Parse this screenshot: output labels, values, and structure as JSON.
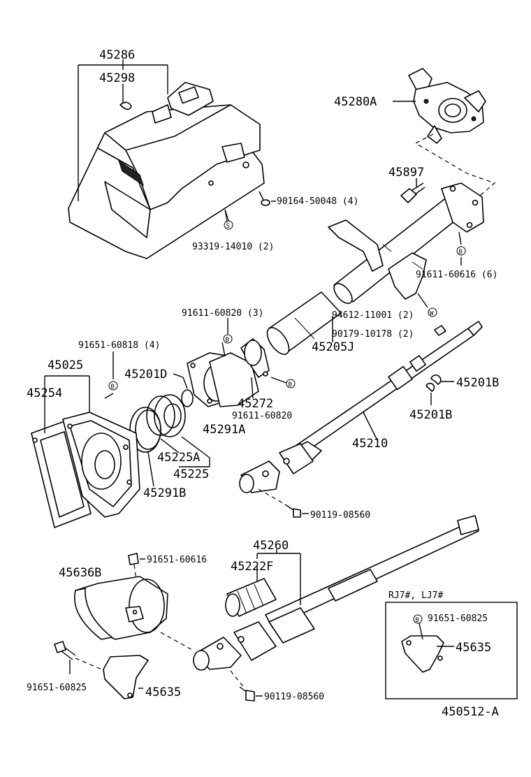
{
  "labels": {
    "p45286": "45286",
    "p45298": "45298",
    "p45280A": "45280A",
    "p45897": "45897",
    "p90164": "90164-50048 (4)",
    "p93319": "93319-14010 (2)",
    "p91611_606": "91611-60616 (6)",
    "p94612": "94612-11001 (2)",
    "p90179": "90179-10178 (2)",
    "p45205J": "45205J",
    "p91611_608_3": "91611-60820 (3)",
    "p91651_60818": "91651-60818 (4)",
    "p45025": "45025",
    "p45254": "45254",
    "p45201D": "45201D",
    "p45272": "45272",
    "p91611_60820": "91611-60820",
    "p45291A": "45291A",
    "p45225A": "45225A",
    "p45225": "45225",
    "p45291B": "45291B",
    "p45201B_a": "45201B",
    "p45201B_b": "45201B",
    "p45210": "45210",
    "p90119_a": "90119-08560",
    "p45260": "45260",
    "p45222F": "45222F",
    "p91651_60616": "91651-60616",
    "p45636B": "45636B",
    "p91651_60825_a": "91651-60825",
    "p45635_a": "45635",
    "p90119_b": "90119-08560",
    "variant": "RJ7#, LJ7#",
    "p91651_60825_b": "91651-60825",
    "p45635_b": "45635",
    "diagram_id": "450512-A"
  },
  "markers": {
    "s": "S",
    "b": "B",
    "w": "W"
  }
}
